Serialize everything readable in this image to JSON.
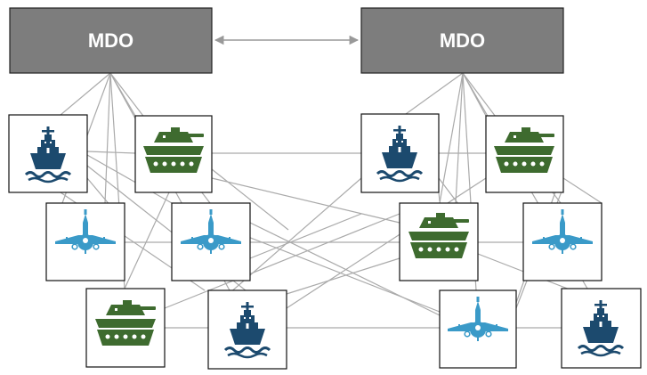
{
  "colors": {
    "mdo_fill": "#7d7d7d",
    "mdo_text": "#ffffff",
    "ship": "#1c4a6e",
    "tank": "#3e6b2f",
    "aircraft": "#3a9ac8",
    "link": "#aaaaaa"
  },
  "diagram": {
    "controllers": [
      {
        "id": "mdo-left",
        "label": "MDO"
      },
      {
        "id": "mdo-right",
        "label": "MDO"
      }
    ],
    "nodes": [
      {
        "id": "L1",
        "icon": "ship-icon",
        "group": "left"
      },
      {
        "id": "L2",
        "icon": "tank-icon",
        "group": "left"
      },
      {
        "id": "L3",
        "icon": "aircraft-icon",
        "group": "left"
      },
      {
        "id": "L4",
        "icon": "aircraft-icon",
        "group": "left"
      },
      {
        "id": "L5",
        "icon": "tank-icon",
        "group": "left"
      },
      {
        "id": "L6",
        "icon": "ship-icon",
        "group": "left"
      },
      {
        "id": "R1",
        "icon": "ship-icon",
        "group": "right"
      },
      {
        "id": "R2",
        "icon": "tank-icon",
        "group": "right"
      },
      {
        "id": "R3",
        "icon": "tank-icon",
        "group": "right"
      },
      {
        "id": "R4",
        "icon": "aircraft-icon",
        "group": "right"
      },
      {
        "id": "R5",
        "icon": "aircraft-icon",
        "group": "right"
      },
      {
        "id": "R6",
        "icon": "ship-icon",
        "group": "right"
      }
    ],
    "peer_link": {
      "from": "mdo-left",
      "to": "mdo-right",
      "bidirectional": true
    }
  }
}
